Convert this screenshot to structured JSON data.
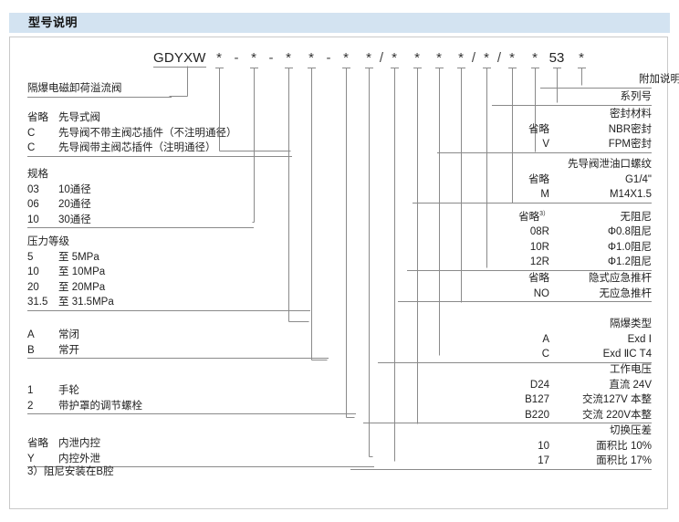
{
  "header": {
    "title": "型号说明"
  },
  "code": {
    "prefix": "GDYXW",
    "tokens": [
      {
        "t": "*"
      },
      {
        "t": "-"
      },
      {
        "t": "*"
      },
      {
        "t": "-"
      },
      {
        "t": "*"
      },
      {
        "t": "*"
      },
      {
        "t": "-"
      },
      {
        "t": "*"
      },
      {
        "t": "*"
      },
      {
        "t": "/"
      },
      {
        "t": "*"
      },
      {
        "t": "*"
      },
      {
        "t": "*"
      },
      {
        "t": "*"
      },
      {
        "t": "/"
      },
      {
        "t": "*"
      },
      {
        "t": "/"
      },
      {
        "t": "*"
      },
      {
        "t": "*"
      },
      {
        "t": "53"
      },
      {
        "t": "*"
      }
    ]
  },
  "left_blocks": [
    {
      "name": "product-name",
      "rows": [
        {
          "k": "隔爆电磁卸荷溢流阀",
          "v": ""
        }
      ]
    },
    {
      "name": "pilot-type",
      "rows": [
        {
          "k": "省略",
          "v": "先导式阀"
        },
        {
          "k": "C",
          "v": "先导阀不带主阀芯插件（不注明通径）"
        },
        {
          "k": "C",
          "v": "先导阀带主阀芯插件（注明通径）"
        }
      ]
    },
    {
      "name": "specification",
      "rows": [
        {
          "k": "规格",
          "v": ""
        },
        {
          "k": "03",
          "v": "10通径"
        },
        {
          "k": "06",
          "v": "20通径"
        },
        {
          "k": "10",
          "v": "30通径"
        }
      ]
    },
    {
      "name": "pressure-rating",
      "rows": [
        {
          "k": "压力等级",
          "v": ""
        },
        {
          "k": "5",
          "v": "至  5MPa"
        },
        {
          "k": "10",
          "v": "至 10MPa"
        },
        {
          "k": "20",
          "v": "至 20MPa"
        },
        {
          "k": "31.5",
          "v": "至 31.5MPa"
        }
      ]
    },
    {
      "name": "normally-open-closed",
      "rows": [
        {
          "k": "A",
          "v": "常闭"
        },
        {
          "k": "B",
          "v": "常开"
        }
      ]
    },
    {
      "name": "adjustment-type",
      "rows": [
        {
          "k": "1",
          "v": "手轮"
        },
        {
          "k": "2",
          "v": "带护罩的调节螺栓"
        }
      ]
    },
    {
      "name": "drain-control",
      "rows": [
        {
          "k": "省略",
          "v": "内泄内控"
        },
        {
          "k": "Y",
          "v": "内控外泄"
        }
      ]
    }
  ],
  "right_blocks": [
    {
      "name": "additional-note",
      "rows": [
        {
          "k": "",
          "v": "附加说明"
        }
      ]
    },
    {
      "name": "series-number",
      "rows": [
        {
          "k": "",
          "v": "系列号"
        }
      ]
    },
    {
      "name": "seal-material",
      "rows": [
        {
          "k": "",
          "v": "密封材料"
        },
        {
          "k": "省略",
          "v": "NBR密封"
        },
        {
          "k": "V",
          "v": "FPM密封"
        }
      ]
    },
    {
      "name": "pilot-drain-thread",
      "rows": [
        {
          "k": "",
          "v": "先导阀泄油口螺纹"
        },
        {
          "k": "省略",
          "v": "G1/4\""
        },
        {
          "k": "M",
          "v": "M14X1.5"
        }
      ]
    },
    {
      "name": "damping-orifice",
      "rows": [
        {
          "k": "省略",
          "sup": "3）",
          "v": "无阻尼"
        },
        {
          "k": "08R",
          "v": "Φ0.8阻尼"
        },
        {
          "k": "10R",
          "v": "Φ1.0阻尼"
        },
        {
          "k": "12R",
          "v": "Φ1.2阻尼"
        }
      ]
    },
    {
      "name": "emergency-push-rod",
      "rows": [
        {
          "k": "省略",
          "v": "隐式应急推杆"
        },
        {
          "k": "NO",
          "v": "无应急推杆"
        }
      ]
    },
    {
      "name": "explosion-proof-type",
      "rows": [
        {
          "k": "",
          "v": "隔爆类型"
        },
        {
          "k": "A",
          "v": "Exd Ⅰ"
        },
        {
          "k": "C",
          "v": "Exd ⅡC T4"
        }
      ]
    },
    {
      "name": "working-voltage",
      "rows": [
        {
          "k": "",
          "v": "工作电压"
        },
        {
          "k": "D24",
          "v": "直流 24V"
        },
        {
          "k": "B127",
          "v": "交流127V 本整"
        },
        {
          "k": "B220",
          "v": "交流 220V本整"
        }
      ]
    },
    {
      "name": "switching-pressure-difference",
      "rows": [
        {
          "k": "",
          "v": "切换压差"
        },
        {
          "k": "10",
          "v": "面积比  10%"
        },
        {
          "k": "17",
          "v": "面积比  17%"
        }
      ]
    }
  ],
  "footnote": "3）阻尼安装在B腔",
  "colors": {
    "header_bar": "#d3e3f1",
    "panel_border": "#c9c9c9",
    "wire": "#8a8a8a",
    "text": "#1f1f1f"
  }
}
